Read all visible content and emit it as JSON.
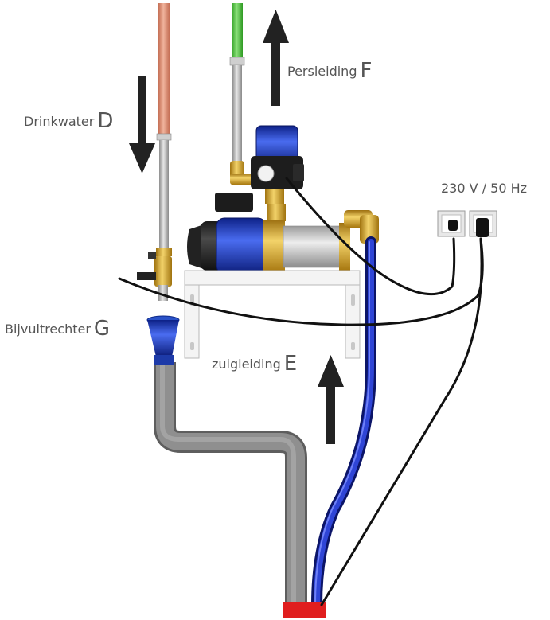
{
  "labels": {
    "drinkwater": {
      "text": "Drinkwater",
      "letter": "D"
    },
    "persleiding": {
      "text": "Persleiding",
      "letter": "F"
    },
    "bijvultrechter": {
      "text": "Bijvultrechter",
      "letter": "G"
    },
    "zuigleiding": {
      "text": "zuigleiding",
      "letter": "E"
    },
    "power": "230 V / 50 Hz"
  },
  "colors": {
    "drinkwater_pipe": "#d98c73",
    "persleiding_pipe": "#4fc23a",
    "steel": "#b7b7b7",
    "brass": "#d6a21e",
    "pump_blue": "#1f3fbf",
    "suction_hose": "#1b2aa8",
    "grey_pipe": "#808080",
    "arrow": "#222222",
    "cable": "#111111",
    "end_cap": "#e01e1e",
    "funnel": "#2a52c8"
  },
  "icons": [
    "arrow-down-icon",
    "arrow-up-icon",
    "wall-socket-icon"
  ]
}
